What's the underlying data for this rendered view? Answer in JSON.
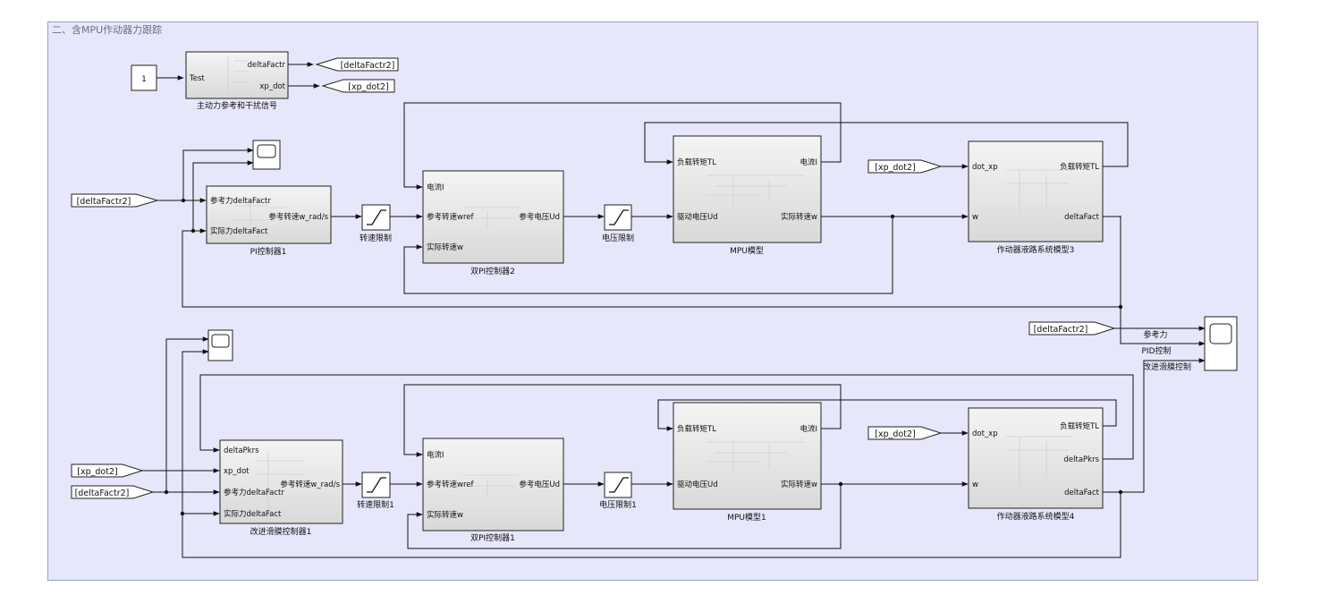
{
  "area_title": "二、含MPU作动器力跟踪",
  "const_value": "1",
  "blocks": {
    "signal_gen": {
      "label": "主动力参考和干扰信号",
      "in1": "Test",
      "out1": "deltaFactr",
      "out2": "xp_dot"
    },
    "pi1": {
      "label": "PI控制器1",
      "in1": "参考力deltaFactr",
      "in2": "实际力deltaFact",
      "out1": "参考转速w_rad/s"
    },
    "sat_speed": {
      "label": "转速限制"
    },
    "dual_pi2": {
      "label": "双PI控制器2",
      "in1": "电流I",
      "in2": "参考转速wref",
      "in3": "实际转速w",
      "out1": "参考电压Ud"
    },
    "sat_voltage": {
      "label": "电压限制"
    },
    "mpu": {
      "label": "MPU模型",
      "in1": "负载转矩TL",
      "in2": "驱动电压Ud",
      "out1": "电流I",
      "out2": "实际转速w"
    },
    "act3": {
      "label": "作动器液路系统模型3",
      "in1": "dot_xp",
      "in2": "w",
      "out1": "负载转矩TL",
      "out2": "deltaFact"
    },
    "smc1": {
      "label": "改进滑膜控制器1",
      "in1": "deltaPkrs",
      "in2": "xp_dot",
      "in3": "参考力deltaFactr",
      "in4": "实际力deltaFact",
      "out1": "参考转速w_rad/s"
    },
    "sat_speed1": {
      "label": "转速限制1"
    },
    "dual_pi1": {
      "label": "双PI控制器1",
      "in1": "电流I",
      "in2": "参考转速wref",
      "in3": "实际转速w",
      "out1": "参考电压Ud"
    },
    "sat_voltage1": {
      "label": "电压限制1"
    },
    "mpu1": {
      "label": "MPU模型1",
      "in1": "负载转矩TL",
      "in2": "驱动电压Ud",
      "out1": "电流I",
      "out2": "实际转速w"
    },
    "act4": {
      "label": "作动器液路系统模型4",
      "in1": "dot_xp",
      "in2": "w",
      "out1": "负载转矩TL",
      "out2": "deltaPkrs",
      "out3": "deltaFact"
    }
  },
  "tags": {
    "goto_deltaFactr2": "[deltaFactr2]",
    "goto_xp_dot2": "[xp_dot2]",
    "from_deltaFactr2_a": "[deltaFactr2]",
    "from_xp_dot2_a": "[xp_dot2]",
    "from_deltaFactr2_b": "[deltaFactr2]",
    "from_xp_dot2_b": "[xp_dot2]",
    "from_deltaFactr2_c": "[deltaFactr2]",
    "from_xp_dot2_c": "[xp_dot2]"
  },
  "scope_signals": {
    "s1": "参考力",
    "s2": "PID控制",
    "s3": "改进滑膜控制"
  }
}
